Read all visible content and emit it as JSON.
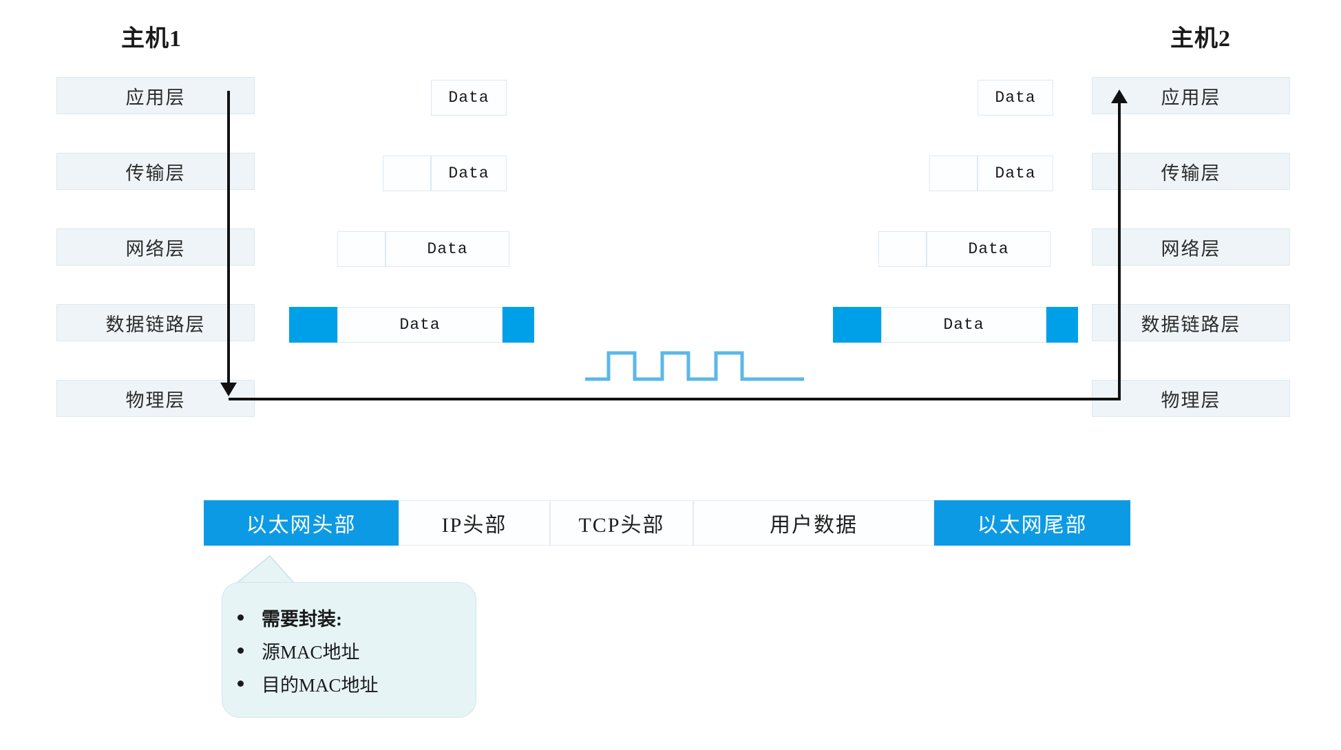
{
  "hosts": {
    "left": {
      "title": "主机1"
    },
    "right": {
      "title": "主机2"
    }
  },
  "layers": [
    {
      "name": "application",
      "label": "应用层"
    },
    {
      "name": "transport",
      "label": "传输层"
    },
    {
      "name": "network",
      "label": "网络层"
    },
    {
      "name": "datalink",
      "label": "数据链路层"
    },
    {
      "name": "physical",
      "label": "物理层"
    }
  ],
  "pdu_label": "Data",
  "pdus": {
    "left": [
      {
        "layer": "application",
        "headers": 0,
        "trailer": false
      },
      {
        "layer": "transport",
        "headers": 1,
        "trailer": false
      },
      {
        "layer": "network",
        "headers": 1,
        "trailer": false
      },
      {
        "layer": "datalink",
        "headers": 1,
        "trailer": true
      }
    ],
    "right": [
      {
        "layer": "application",
        "headers": 0,
        "trailer": false
      },
      {
        "layer": "transport",
        "headers": 1,
        "trailer": false
      },
      {
        "layer": "network",
        "headers": 1,
        "trailer": false
      },
      {
        "layer": "datalink",
        "headers": 1,
        "trailer": true
      }
    ]
  },
  "encapsulation": {
    "fields": [
      {
        "name": "ethernet-header",
        "label": "以太网头部",
        "accent": true
      },
      {
        "name": "ip-header",
        "label": "IP头部",
        "accent": false
      },
      {
        "name": "tcp-header",
        "label": "TCP头部",
        "accent": false
      },
      {
        "name": "user-data",
        "label": "用户数据",
        "accent": false
      },
      {
        "name": "ethernet-trailer",
        "label": "以太网尾部",
        "accent": true
      }
    ]
  },
  "callout": {
    "items": [
      {
        "text": "需要封装:",
        "bold": true
      },
      {
        "text": "源MAC地址",
        "bold": false
      },
      {
        "text": "目的MAC地址",
        "bold": false
      }
    ]
  },
  "colors": {
    "accent_blue": "#0d9ae4",
    "frame_blue": "#00A0E9",
    "signal_blue": "#5bb8e8",
    "layer_fill": "#eef4f7",
    "callout_fill": "#e7f4f6",
    "arrow_black": "#111111"
  },
  "signal": {
    "name": "square-wave",
    "pulses": 3
  }
}
